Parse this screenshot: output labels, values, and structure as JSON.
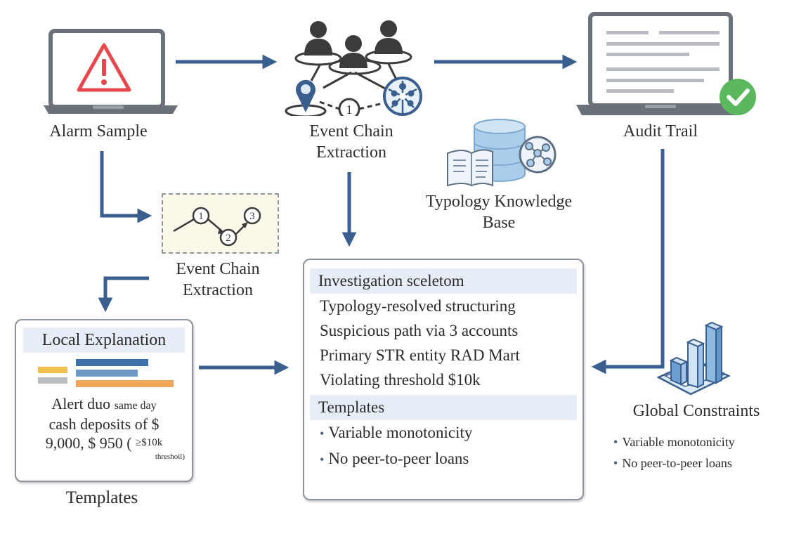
{
  "nodes": {
    "alarm_sample": {
      "label": "Alarm Sample",
      "icon": "laptop-warning-icon",
      "warning_color": "#e5484d"
    },
    "event_chain_top": {
      "label_line1": "Event Chain",
      "label_line2": "Extraction",
      "icon": "people-network-icon",
      "step_number": "1"
    },
    "audit_trail": {
      "label": "Audit Trail",
      "icon": "laptop-document-check-icon",
      "check_color": "#5cb85c"
    },
    "typology_kb": {
      "label_line1": "Typology Knowledge",
      "label_line2": "Base",
      "icon": "database-book-network-icon"
    },
    "event_chain_small": {
      "label_line1": "Event Chain",
      "label_line2": "Extraction",
      "icon": "numbered-chain-icon",
      "steps": [
        "1",
        "2",
        "3"
      ]
    },
    "local_explanation": {
      "header": "Local Explanation",
      "bars_icon": "bar-chart-icon",
      "text_line1a": "Alert duo ",
      "text_line1b": "same day",
      "text_line2": "cash deposits of $",
      "text_line3a": "9,000, $ 950 ( ",
      "text_line3b": "≥$10k",
      "text_line4": "threshoil)",
      "caption": "Templates"
    },
    "investigation": {
      "header": "Investigation sceletom",
      "items": [
        "Typology-resolved structuring",
        "Suspicious path via 3 accounts",
        "Primary STR entity RAD Mart",
        "Violating threshold $10k"
      ],
      "templates_header": "Templates",
      "templates_items": [
        "Variable monotonicity",
        "No peer-to-peer loans"
      ]
    },
    "global_constraints": {
      "title": "Global Constraints",
      "icon": "3d-bar-chart-icon",
      "items": [
        "Variable monotonicity",
        "No peer-to-peer loans"
      ]
    }
  },
  "colors": {
    "arrow": "#3a5f8f",
    "icon_gray": "#6b7178",
    "icon_dark": "#3b3b3b",
    "light_blue": "#a9cdea",
    "bar_blue_dark": "#3f73a8",
    "bar_blue_light": "#6d97c4",
    "bar_orange": "#f2a65a",
    "bar_yellow": "#f0c24b",
    "bar_gray": "#b7bcc0"
  }
}
